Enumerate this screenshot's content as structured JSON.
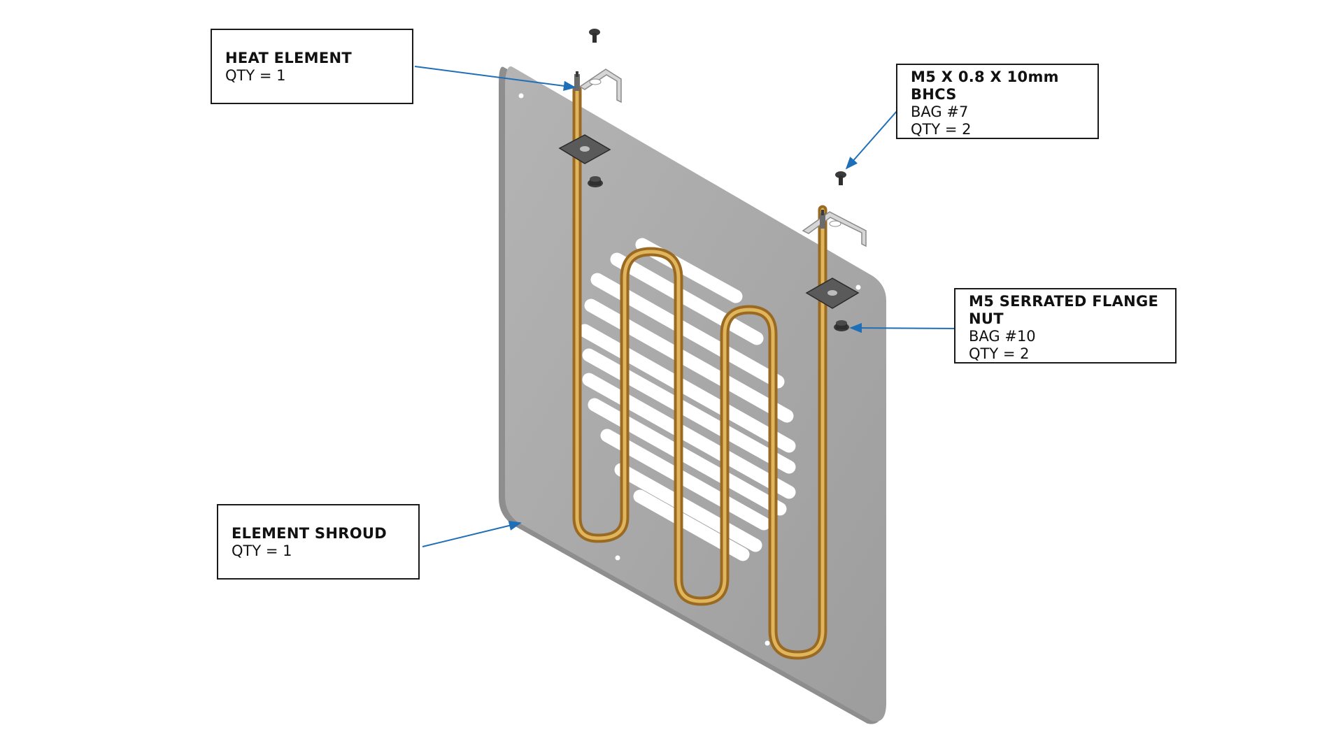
{
  "callouts": {
    "heat_element": {
      "title": "HEAT ELEMENT",
      "qty": "QTY = 1"
    },
    "bhcs": {
      "title_line1": "M5 X 0.8 X 10mm",
      "title_line2": "BHCS",
      "bag": "BAG #7",
      "qty": "QTY = 2"
    },
    "flange_nut": {
      "title_line1": "M5 SERRATED FLANGE",
      "title_line2": "NUT",
      "bag": "BAG #10",
      "qty": "QTY = 2"
    },
    "element_shroud": {
      "title": "ELEMENT SHROUD",
      "qty": "QTY = 1"
    }
  },
  "colors": {
    "shroud": "#a9a9a9",
    "shroud_edge": "#8c8c8c",
    "element_copper": "#c2913a",
    "element_highlight": "#e8c16a",
    "leader": "#1f6fb8",
    "hardware": "#2f2f2f"
  }
}
